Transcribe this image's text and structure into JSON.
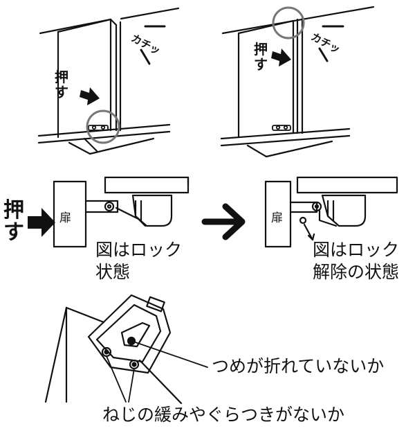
{
  "top_left": {
    "push_label": "押す",
    "sound_label": "カチッ"
  },
  "top_right": {
    "push_label": "押す",
    "sound_label": "カチッ"
  },
  "mid_left": {
    "push_label": "押す",
    "door_label": "扉",
    "caption_line1": "図はロック",
    "caption_line2": "状態"
  },
  "mid_right": {
    "door_label": "扉",
    "caption_line1": "図はロック",
    "caption_line2": "解除の状態"
  },
  "bottom": {
    "callout_claw": "つめが折れていないか",
    "callout_screws": "ねじの緩みやぐらつきがないか"
  }
}
